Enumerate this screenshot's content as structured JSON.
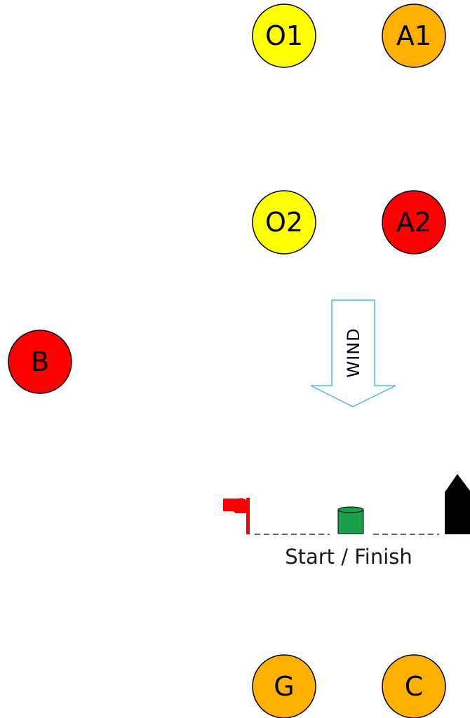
{
  "marks": {
    "o1": {
      "label": "O1",
      "color": "#ffff00"
    },
    "a1": {
      "label": "A1",
      "color": "#ffb100"
    },
    "o2": {
      "label": "O2",
      "color": "#ffff00"
    },
    "a2": {
      "label": "A2",
      "color": "#ff0000"
    },
    "b": {
      "label": "B",
      "color": "#ff0000"
    },
    "g": {
      "label": "G",
      "color": "#ffb100"
    },
    "c": {
      "label": "C",
      "color": "#ffb100"
    }
  },
  "wind": {
    "label": "WIND",
    "outline_color": "#4fb8e6"
  },
  "start_finish": {
    "label": "Start / Finish",
    "flag_color": "#ff0000",
    "buoy_color": "#19a14a",
    "boat_color": "#000000"
  }
}
